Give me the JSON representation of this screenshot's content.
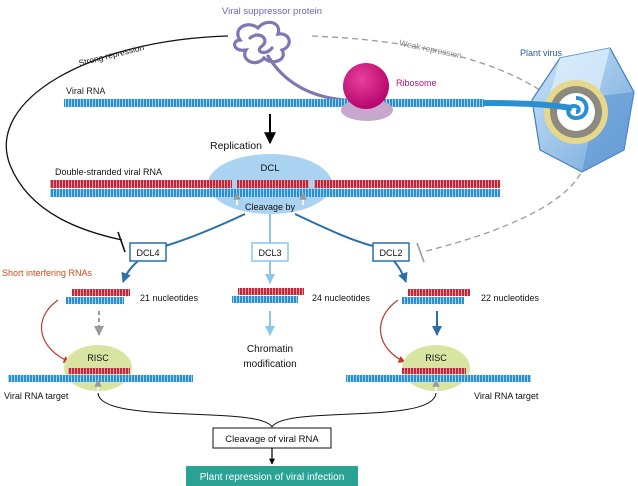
{
  "labels": {
    "viral_suppressor": "Viral suppressor protein",
    "strong_repression": "Strong repression",
    "weak_repression": "Weak repression",
    "plant_virus": "Plant virus",
    "viral_rna": "Viral RNA",
    "ribosome": "Ribosome",
    "replication": "Replication",
    "dsrna": "Double-stranded viral RNA",
    "dcl": "DCL",
    "cleavage_by": "Cleavage by",
    "dcl4": "DCL4",
    "dcl3": "DCL3",
    "dcl2": "DCL2",
    "short_interfering": "Short interfering RNAs",
    "nt21": "21 nucleotides",
    "nt24": "24 nucleotides",
    "nt22": "22 nucleotides",
    "chromatin_1": "Chromatin",
    "chromatin_2": "modification",
    "risc_left": "RISC",
    "risc_right": "RISC",
    "target_left": "Viral RNA target",
    "target_right": "Viral RNA target",
    "cleavage_viral": "Cleavage of viral RNA",
    "plant_repression": "Plant repression of viral infection"
  },
  "colors": {
    "rna_blue": "#2a8fcf",
    "rna_red": "#c0283a",
    "suppressor": "#7f77b3",
    "ribosome_top": "#cc137b",
    "ribosome_base": "#c6a8cc",
    "dcl_ellipse": "#a9d3f0",
    "risc_ellipse": "#d8e4a2",
    "dark_arrow_blue": "#2a6fa8",
    "light_arrow_blue": "#8cc6ea",
    "short_interfering": "#d04a1a",
    "result_box": "#2aa394",
    "virus_blue": "#4a8fcf"
  }
}
